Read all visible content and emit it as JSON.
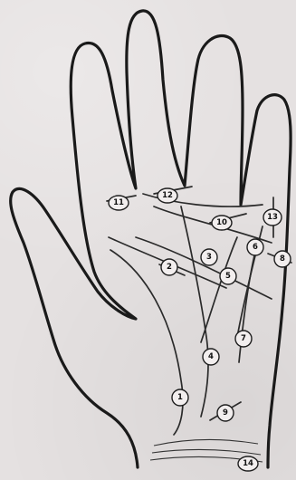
{
  "markers": [
    {
      "id": "m1",
      "label": "1"
    },
    {
      "id": "m2",
      "label": "2"
    },
    {
      "id": "m3",
      "label": "3"
    },
    {
      "id": "m4",
      "label": "4"
    },
    {
      "id": "m5",
      "label": "5"
    },
    {
      "id": "m6",
      "label": "6"
    },
    {
      "id": "m7",
      "label": "7"
    },
    {
      "id": "m8",
      "label": "8"
    },
    {
      "id": "m9",
      "label": "9"
    },
    {
      "id": "m10",
      "label": "10"
    },
    {
      "id": "m11",
      "label": "11"
    },
    {
      "id": "m12",
      "label": "12"
    },
    {
      "id": "m13",
      "label": "13"
    },
    {
      "id": "m14",
      "label": "14"
    }
  ]
}
